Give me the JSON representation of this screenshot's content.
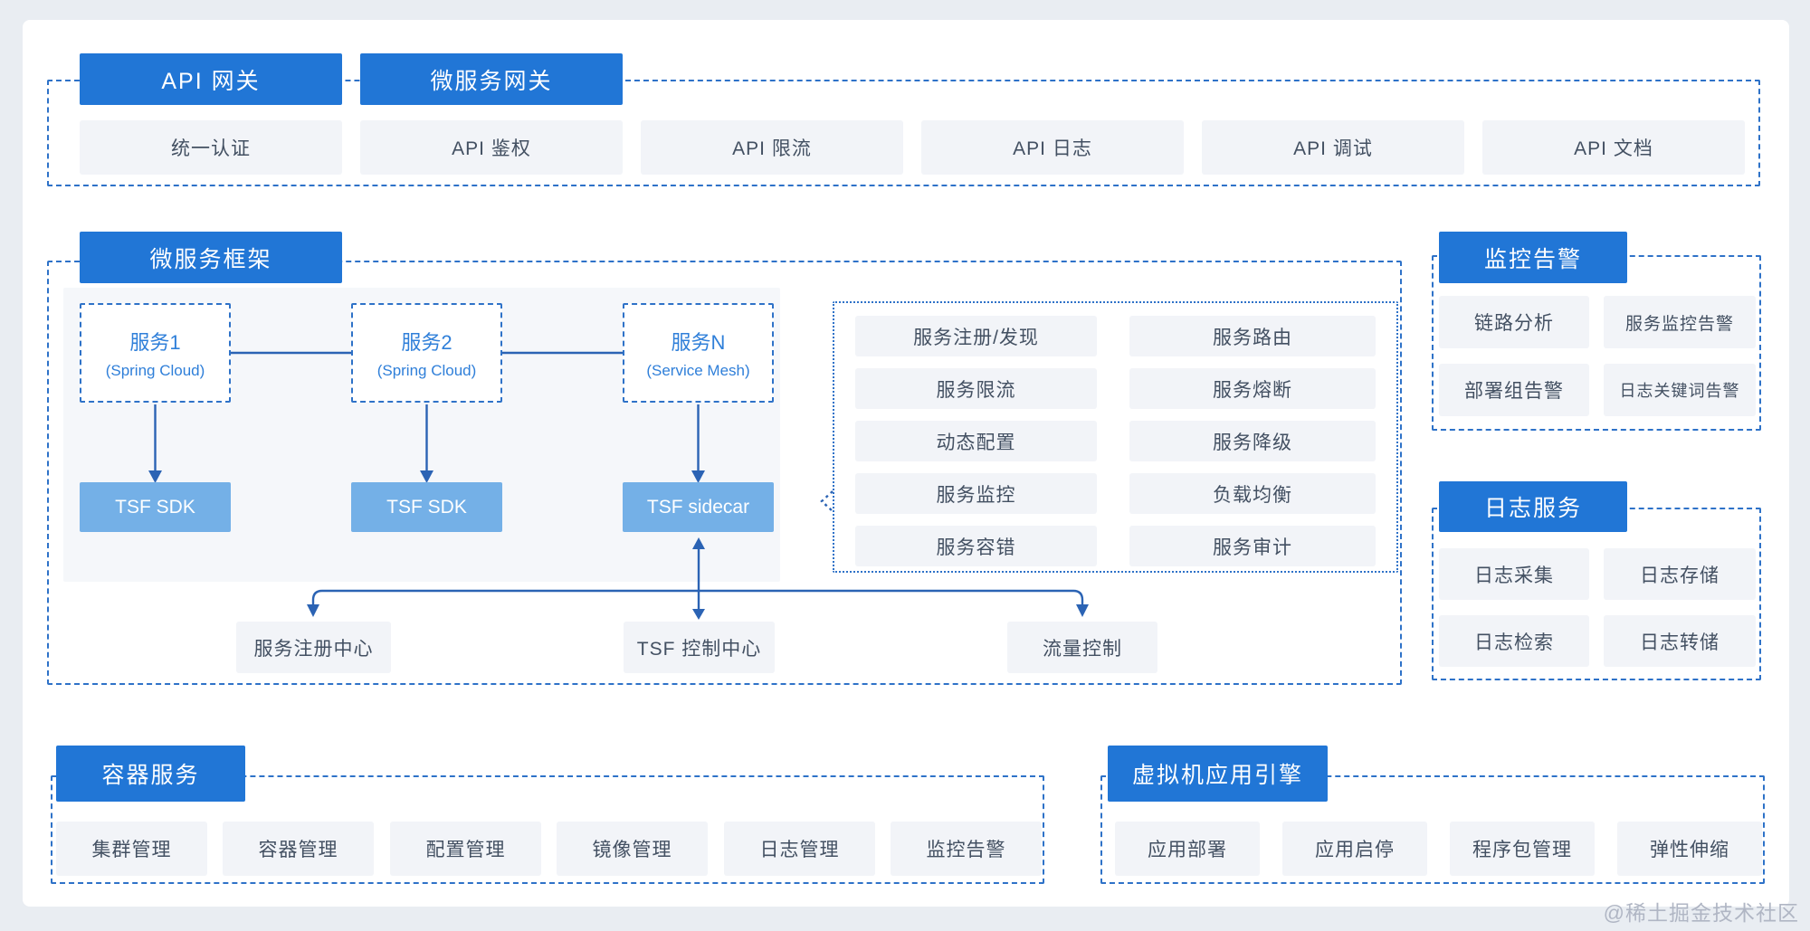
{
  "watermark": "@稀土掘金技术社区",
  "colors": {
    "header_blue": "#2176d6",
    "light_blue": "#74b0e7",
    "item_bg": "#f2f4f8",
    "dashed_border": "#2e72c8",
    "arrow": "#2b63b4",
    "page_bg": "#e9edf2"
  },
  "api_band": {
    "headers": [
      "API 网关",
      "微服务网关"
    ],
    "items": [
      "统一认证",
      "API 鉴权",
      "API 限流",
      "API 日志",
      "API 调试",
      "API 文档"
    ]
  },
  "microservice_band": {
    "header": "微服务框架",
    "services": [
      {
        "name": "服务1",
        "sub": "(Spring Cloud)",
        "runtime": "TSF SDK"
      },
      {
        "name": "服务2",
        "sub": "(Spring Cloud)",
        "runtime": "TSF SDK"
      },
      {
        "name": "服务N",
        "sub": "(Service Mesh)",
        "runtime": "TSF sidecar"
      }
    ],
    "features": {
      "left": [
        "服务注册/发现",
        "服务限流",
        "动态配置",
        "服务监控",
        "服务容错"
      ],
      "right": [
        "服务路由",
        "服务熔断",
        "服务降级",
        "负载均衡",
        "服务审计"
      ]
    },
    "bottom_nodes": [
      "服务注册中心",
      "TSF 控制中心",
      "流量控制"
    ]
  },
  "monitoring": {
    "header": "监控告警",
    "items": [
      "链路分析",
      "服务监控告警",
      "部署组告警",
      "日志关键词告警"
    ]
  },
  "logging": {
    "header": "日志服务",
    "items": [
      "日志采集",
      "日志存储",
      "日志检索",
      "日志转储"
    ]
  },
  "container": {
    "header": "容器服务",
    "items": [
      "集群管理",
      "容器管理",
      "配置管理",
      "镜像管理",
      "日志管理",
      "监控告警"
    ]
  },
  "vm": {
    "header": "虚拟机应用引擎",
    "items": [
      "应用部署",
      "应用启停",
      "程序包管理",
      "弹性伸缩"
    ]
  }
}
